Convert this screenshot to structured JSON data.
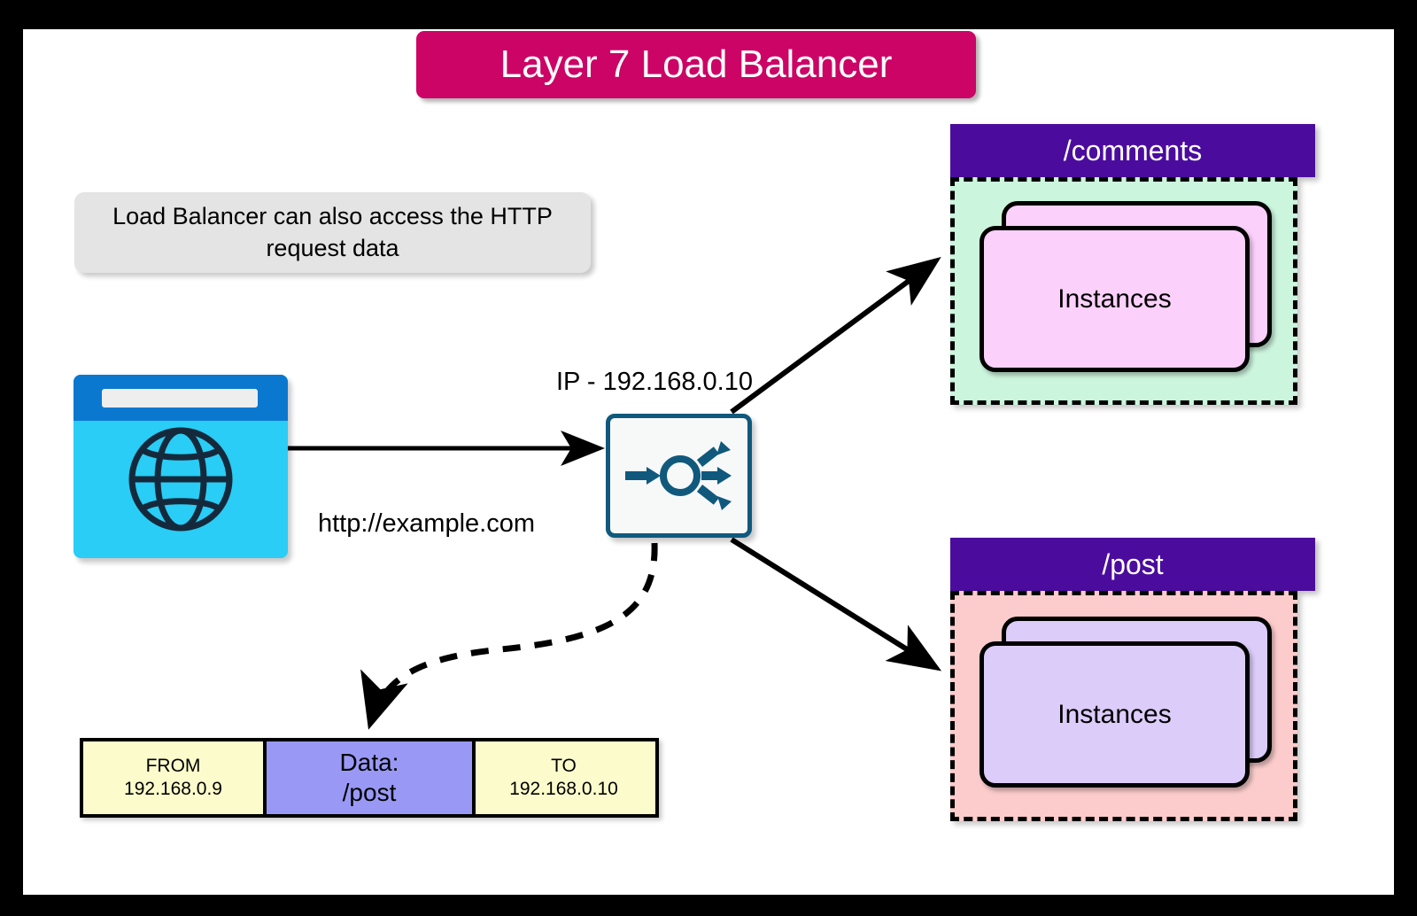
{
  "title": {
    "text": "Layer 7 Load Balancer",
    "bg_color": "#cc0466",
    "text_color": "#ffffff"
  },
  "note": {
    "text": "Load Balancer can also access the HTTP request data",
    "bg_color": "#e4e4e4"
  },
  "client": {
    "icon": "browser-window-globe-icon",
    "titlebar_color": "#0b78d0",
    "body_color": "#29cdf5",
    "request_label": "http://example.com"
  },
  "load_balancer": {
    "ip_label": "IP - 192.168.0.10",
    "icon": "load-balancer-distribute-icon",
    "border_color": "#10597d",
    "fill_color": "#f7f9f9"
  },
  "target_groups": [
    {
      "name": "/comments",
      "header_color": "#4b0c9e",
      "body_color": "#ccf5de",
      "instance_color": "#fbd1fb",
      "instances_label": "Instances"
    },
    {
      "name": "/post",
      "header_color": "#4b0c9e",
      "body_color": "#fccccc",
      "instance_color": "#dcccf9",
      "instances_label": "Instances"
    }
  ],
  "packet": {
    "cells": [
      {
        "label": "FROM",
        "value": "192.168.0.9",
        "bg_color": "#fbfbcc"
      },
      {
        "label": "Data:",
        "value": "/post",
        "bg_color": "#9999f5"
      },
      {
        "label": "TO",
        "value": "192.168.0.10",
        "bg_color": "#fbfbcc"
      }
    ]
  },
  "connectors": {
    "client_to_lb": "solid-arrow",
    "lb_to_comments": "solid-arrow",
    "lb_to_post": "solid-arrow",
    "lb_to_packet": "dashed-arrow"
  }
}
